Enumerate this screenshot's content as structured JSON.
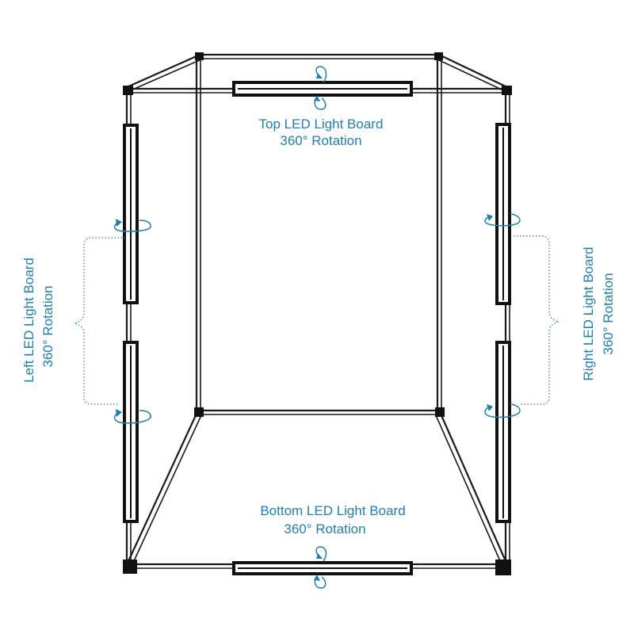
{
  "top": {
    "title": "Top LED Light Board",
    "subtitle": "360°  Rotation"
  },
  "bottom": {
    "title": "Bottom LED Light Board",
    "subtitle": "360°  Rotation"
  },
  "left": {
    "title": "Left LED Light Board",
    "subtitle": "360°  Rotation"
  },
  "right": {
    "title": "Right LED Light Board",
    "subtitle": "360°  Rotation"
  },
  "colors": {
    "label": "#1f7fae",
    "frame": "#1a1a1a",
    "background": "#ffffff"
  }
}
